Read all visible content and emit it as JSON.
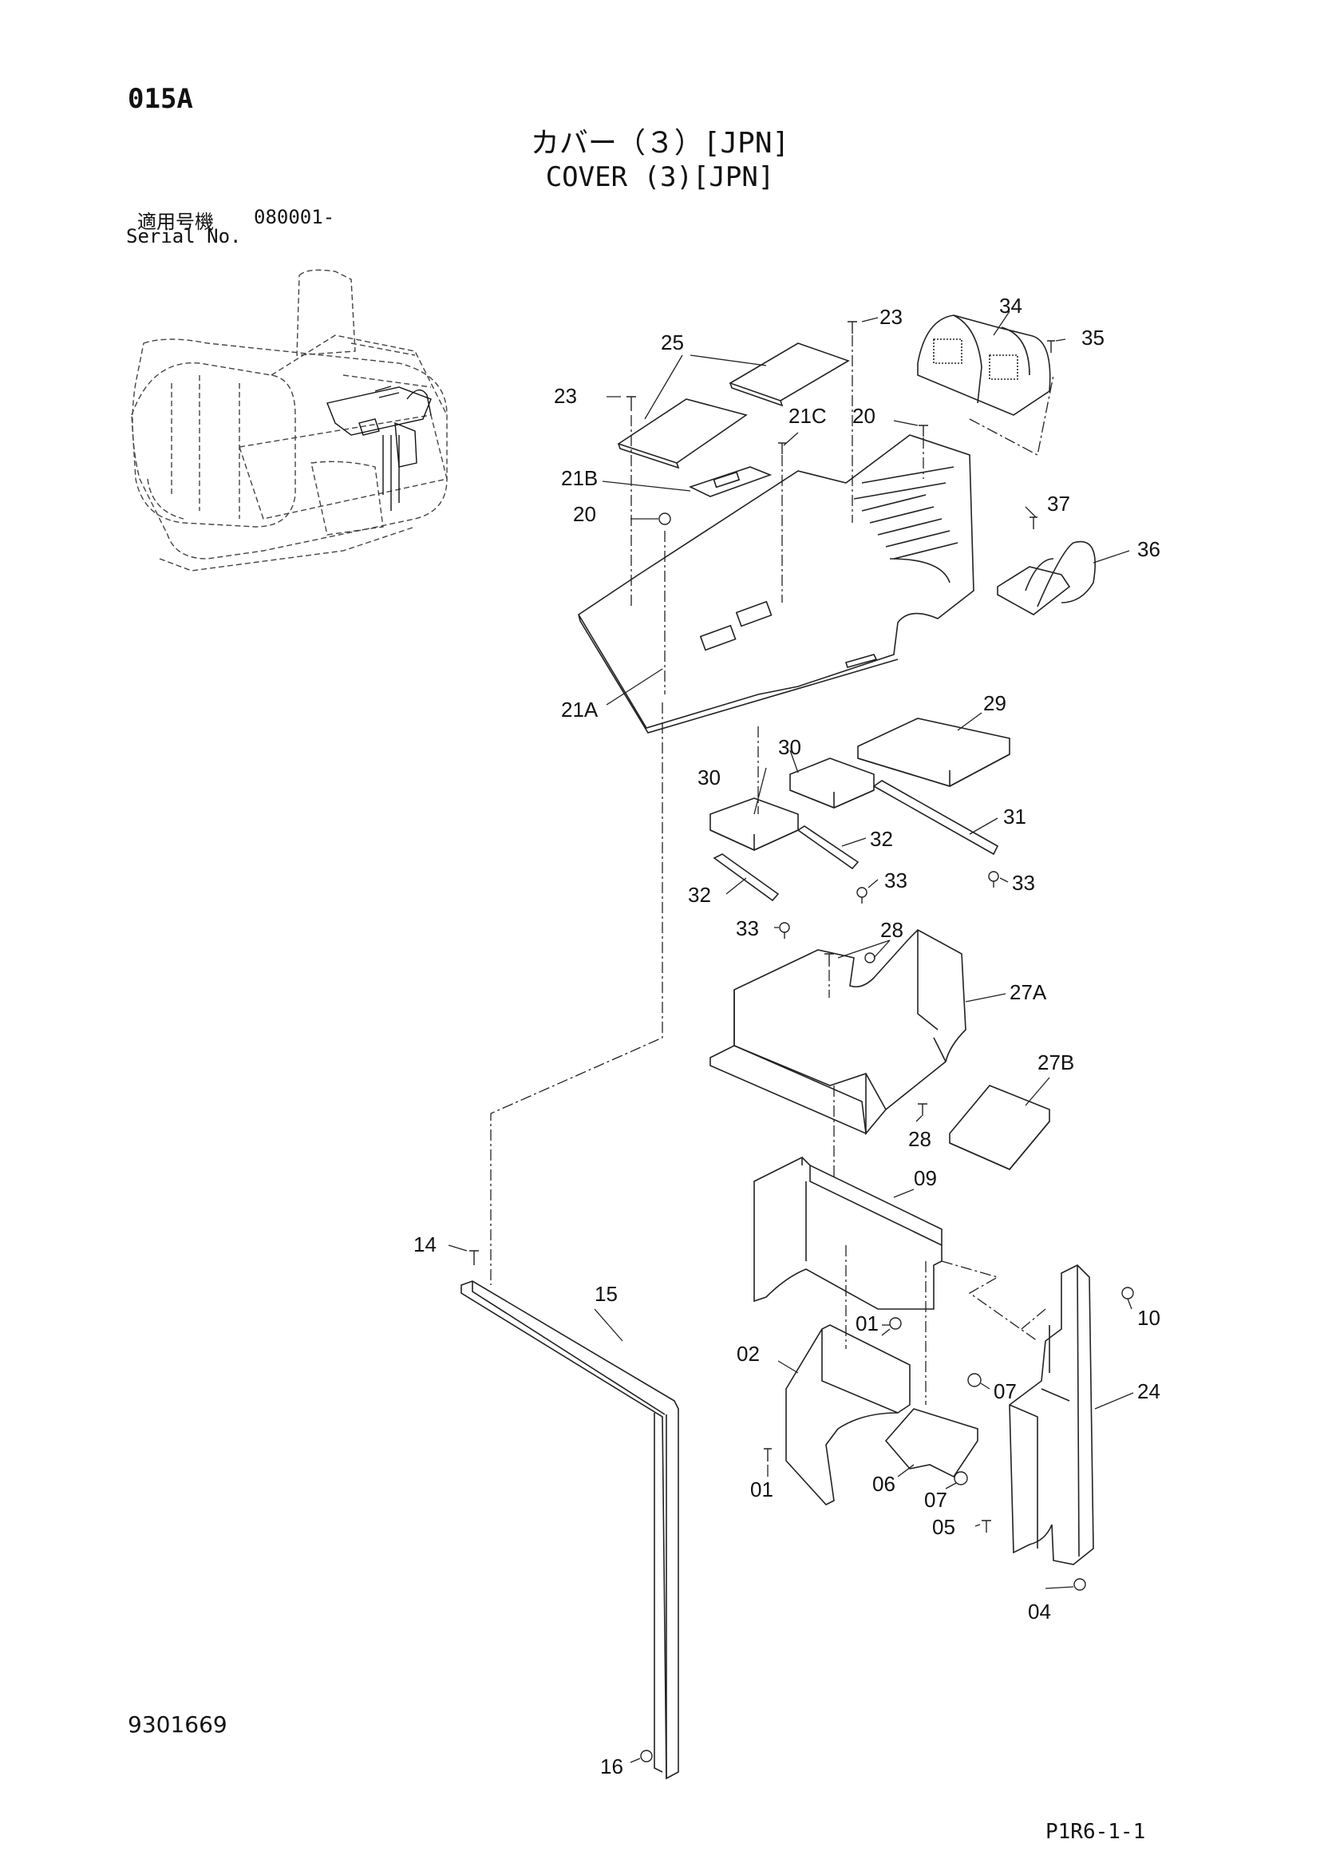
{
  "header": {
    "page_code": "015A",
    "title_jp": "カバー（３）[JPN]",
    "title_en": "COVER (3)[JPN]",
    "serial_label_jp": "適用号機",
    "serial_range": "080001-",
    "serial_label_en": "Serial No."
  },
  "footer": {
    "drawing_number": "9301669",
    "page_reference": "P1R6-1-1"
  },
  "callouts": {
    "c23a": "23",
    "c25": "25",
    "c34": "34",
    "c35": "35",
    "c23b": "23",
    "c21C": "21C",
    "c20a": "20",
    "c21B": "21B",
    "c20b": "20",
    "c37": "37",
    "c36": "36",
    "c21A": "21A",
    "c29": "29",
    "c30a": "30",
    "c30b": "30",
    "c31": "31",
    "c32a": "32",
    "c33a": "33",
    "c32b": "32",
    "c33b": "33",
    "c33c": "33",
    "c28a": "28",
    "c27A": "27A",
    "c27B": "27B",
    "c28b": "28",
    "c09": "09",
    "c14": "14",
    "c15": "15",
    "c01a": "01",
    "c10": "10",
    "c02": "02",
    "c07a": "07",
    "c24": "24",
    "c01b": "01",
    "c06": "06",
    "c07b": "07",
    "c05": "05",
    "c04": "04",
    "c16": "16"
  }
}
